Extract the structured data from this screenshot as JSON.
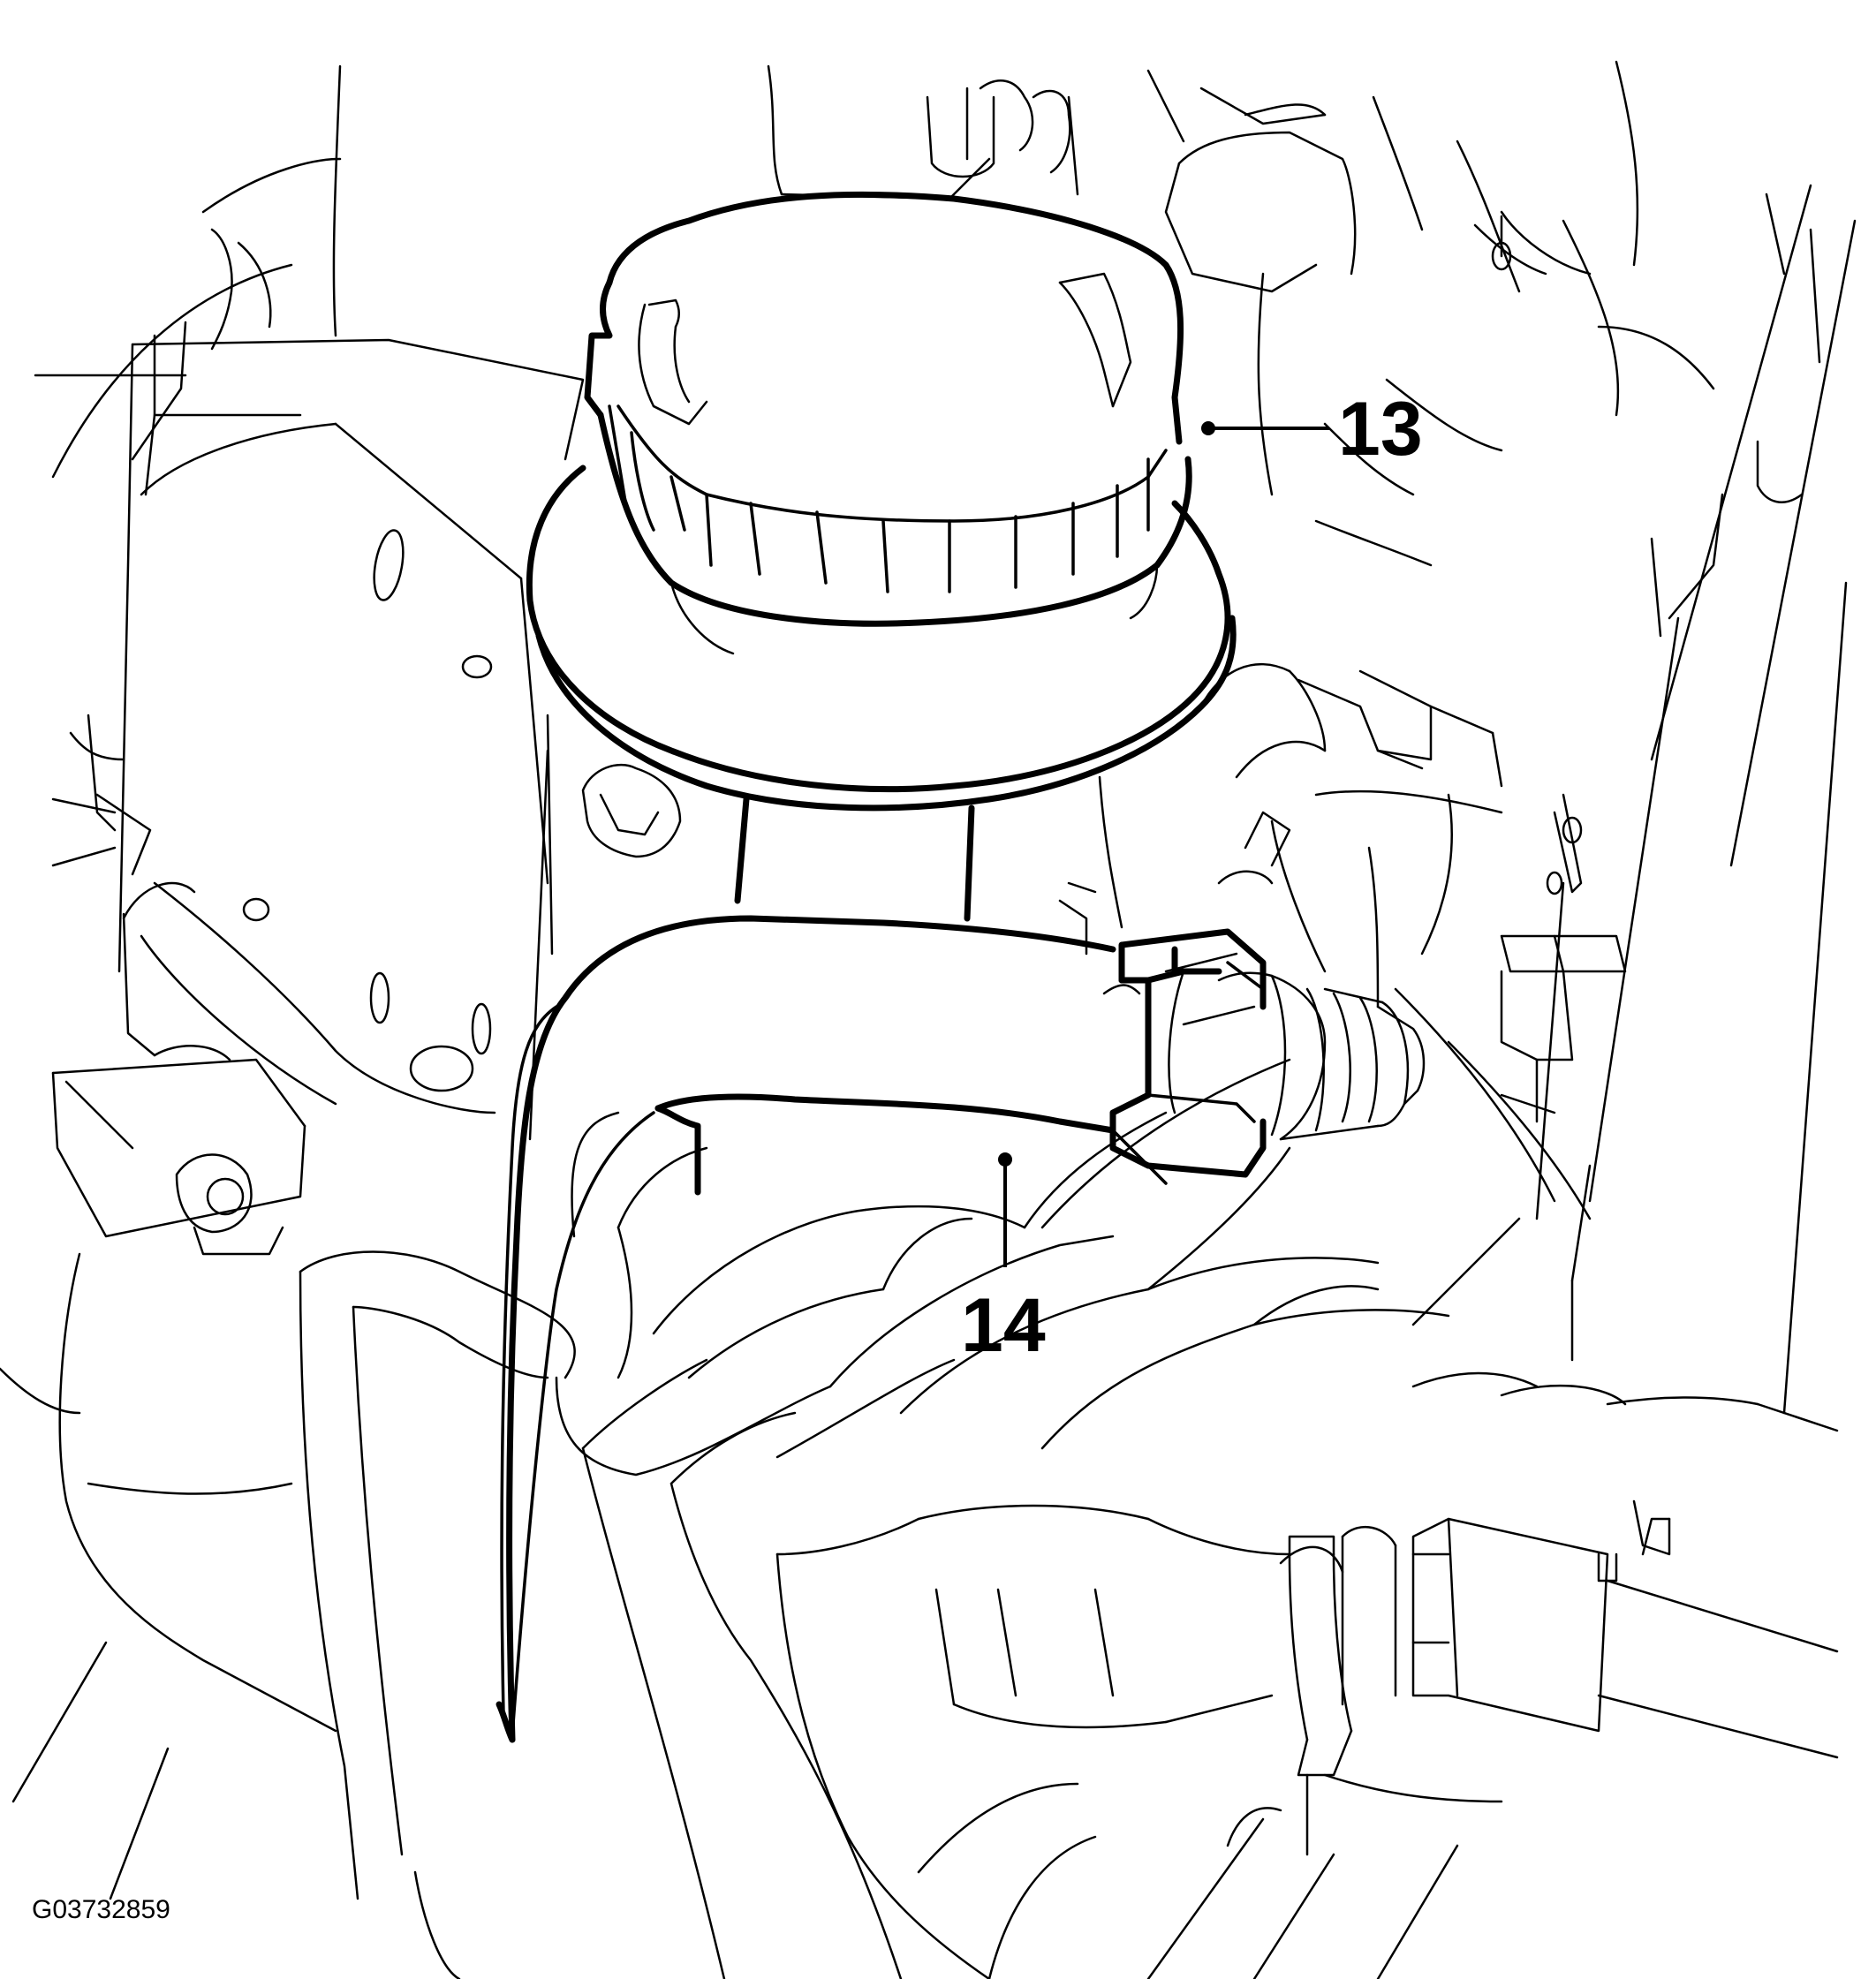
{
  "callouts": [
    {
      "label": "13"
    },
    {
      "label": "14"
    }
  ],
  "figure_code": "G03732859"
}
